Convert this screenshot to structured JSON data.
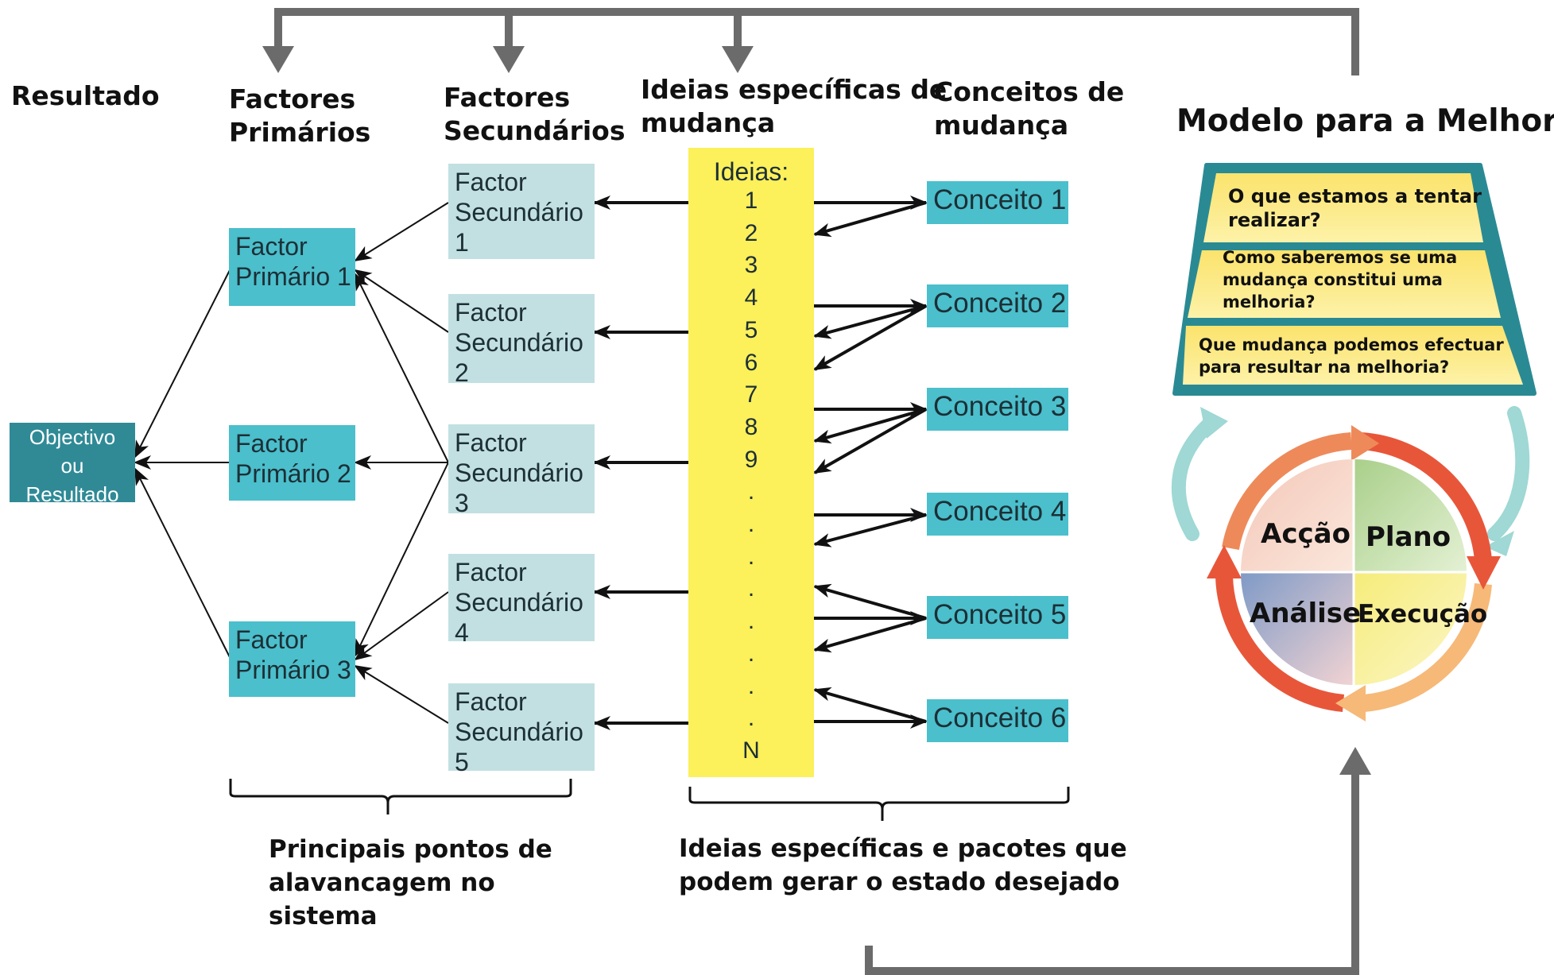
{
  "headers": {
    "resultado": "Resultado",
    "primarios": "Factores\nPrimários",
    "secundarios": "Factores\nSecundários",
    "ideias": "Ideias específicas de\nmudança",
    "conceitos": "Conceitos de\nmudança"
  },
  "goal": "Objectivo\nou\nResultado",
  "primary_factors": [
    "Factor\nPrimário 1",
    "Factor\nPrimário 2",
    "Factor\nPrimário 3"
  ],
  "secondary_factors": [
    "Factor\nSecundário 1",
    "Factor\nSecundário 2",
    "Factor\nSecundário 3",
    "Factor\nSecundário 4",
    "Factor\nSecundário 5"
  ],
  "ideas": {
    "label": "Ideias:",
    "items": [
      "1",
      "2",
      "3",
      "4",
      "5",
      "6",
      "7",
      "8",
      "9",
      ".",
      ".",
      ".",
      ".",
      ".",
      ".",
      ".",
      ".",
      "N"
    ]
  },
  "concepts": [
    "Conceito 1",
    "Conceito 2",
    "Conceito 3",
    "Conceito 4",
    "Conceito 5",
    "Conceito 6"
  ],
  "footnotes": {
    "left": "Principais pontos de\nalavancagem no\nsistema",
    "right": "Ideias específicas e pacotes que\npodem gerar o estado desejado"
  },
  "model": {
    "title": "Modelo para a Melhoria",
    "questions": [
      "O que estamos a tentar\nrealizar?",
      "Como saberemos se uma\nmudança constitui uma\nmelhoria?",
      "Que mudança podemos efectuar\npara resultar na melhoria?"
    ],
    "cycle": {
      "accao": "Acção",
      "plano": "Plano",
      "analise": "Análise",
      "execucao": "Execução"
    }
  },
  "colors": {
    "primary_box": "#4bbfcc",
    "secondary_box": "#c2e0e2",
    "goal_box": "#2f8a96",
    "ideas_bar": "#fcf05b",
    "frame_lines": "#6b6b6b",
    "pyramid_fill": "#fbe36c",
    "pyramid_border": "#2a8a94"
  }
}
